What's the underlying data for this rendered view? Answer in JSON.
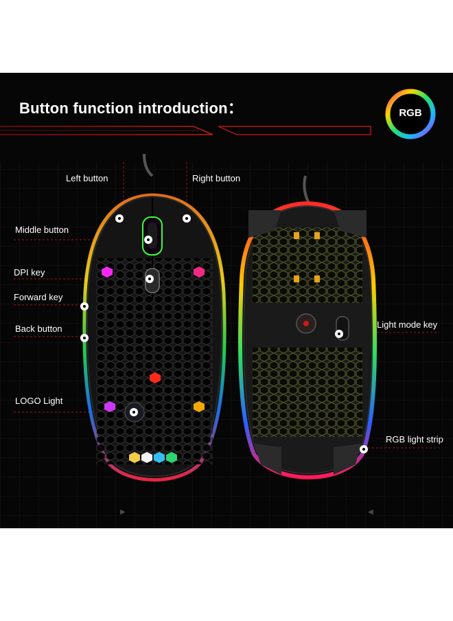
{
  "title": "Button function introduction：",
  "badge": {
    "text": "RGB"
  },
  "labels": {
    "left_button": "Left  button",
    "right_button": "Right button",
    "middle_button": "Middle button",
    "dpi_key": "DPI key",
    "forward_key": "Forward key",
    "back_button": "Back button",
    "logo_light": "LOGO Light",
    "light_mode_key": "Light mode key",
    "rgb_light_strip": "RGB light strip"
  },
  "icons": [
    "rgb-ring-icon",
    "play-arrow-icon",
    "back-arrow-icon"
  ],
  "colors": {
    "background": "#060606",
    "accent_red": "#d01818",
    "grid": "#2a1010"
  }
}
